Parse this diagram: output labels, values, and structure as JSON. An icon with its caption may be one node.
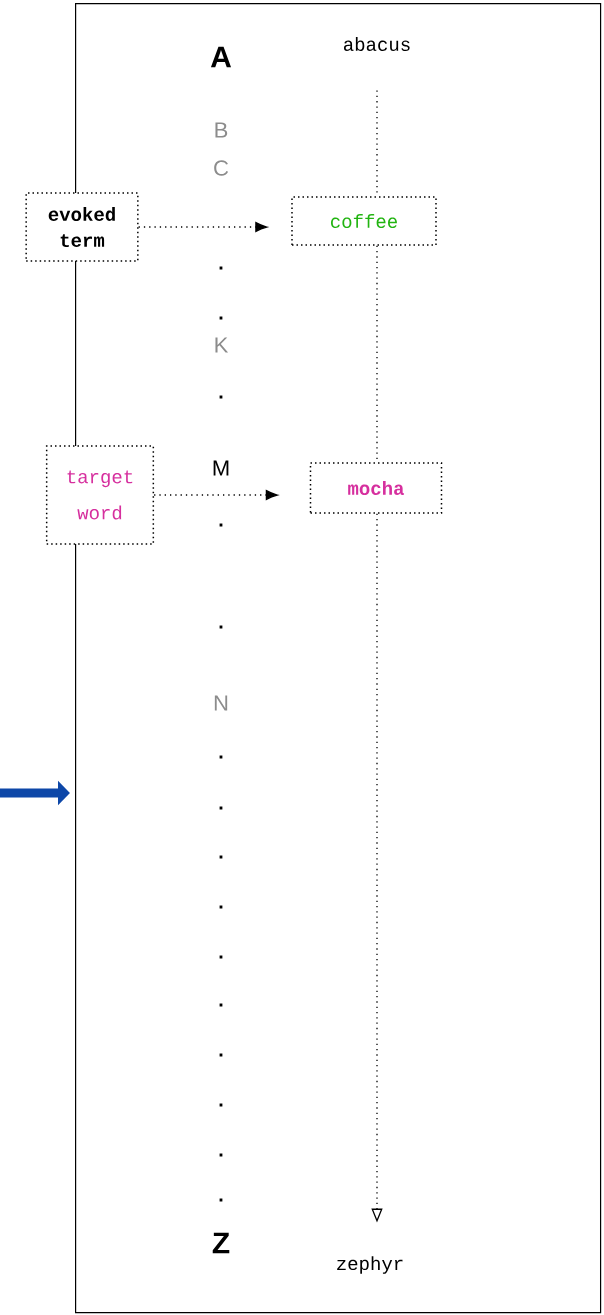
{
  "diagram": {
    "nodes": [
      {
        "text": [],
        "shape": "box"
      },
      {
        "text": [
          "evoked term"
        ]
      },
      {
        "text": [
          "coffee"
        ],
        "in": 0
      },
      {
        "text": [
          "target word"
        ]
      },
      {
        "text": [
          "mocha"
        ],
        "in": 0
      },
      {
        "text": [
          "abacus"
        ],
        "in": 0
      },
      {
        "text": [
          "zephyr"
        ],
        "in": 0
      }
    ],
    "edges": [
      {
        "from": 1,
        "to": 2,
        "arrow": "to",
        "style": "dashed"
      },
      {
        "from": 3,
        "to": 4,
        "arrow": "to",
        "style": "dashed"
      },
      {
        "from": 5,
        "to": 2,
        "arrow": "none",
        "style": "dashed"
      },
      {
        "from": 2,
        "to": 4,
        "arrow": "none",
        "style": "dashed"
      },
      {
        "from": 4,
        "to": 6,
        "arrow": "to",
        "style": "dashed"
      },
      {
        "from": null,
        "to": 0,
        "arrow": "to",
        "style": "thick",
        "color": "#0d47a8"
      }
    ],
    "labels": [
      "A",
      "B",
      "C",
      ".",
      ".",
      "K",
      ".",
      "M",
      ".",
      ".",
      "N",
      ".",
      ".",
      ".",
      ".",
      ".",
      ".",
      ".",
      ".",
      ".",
      ".",
      "Z"
    ]
  }
}
